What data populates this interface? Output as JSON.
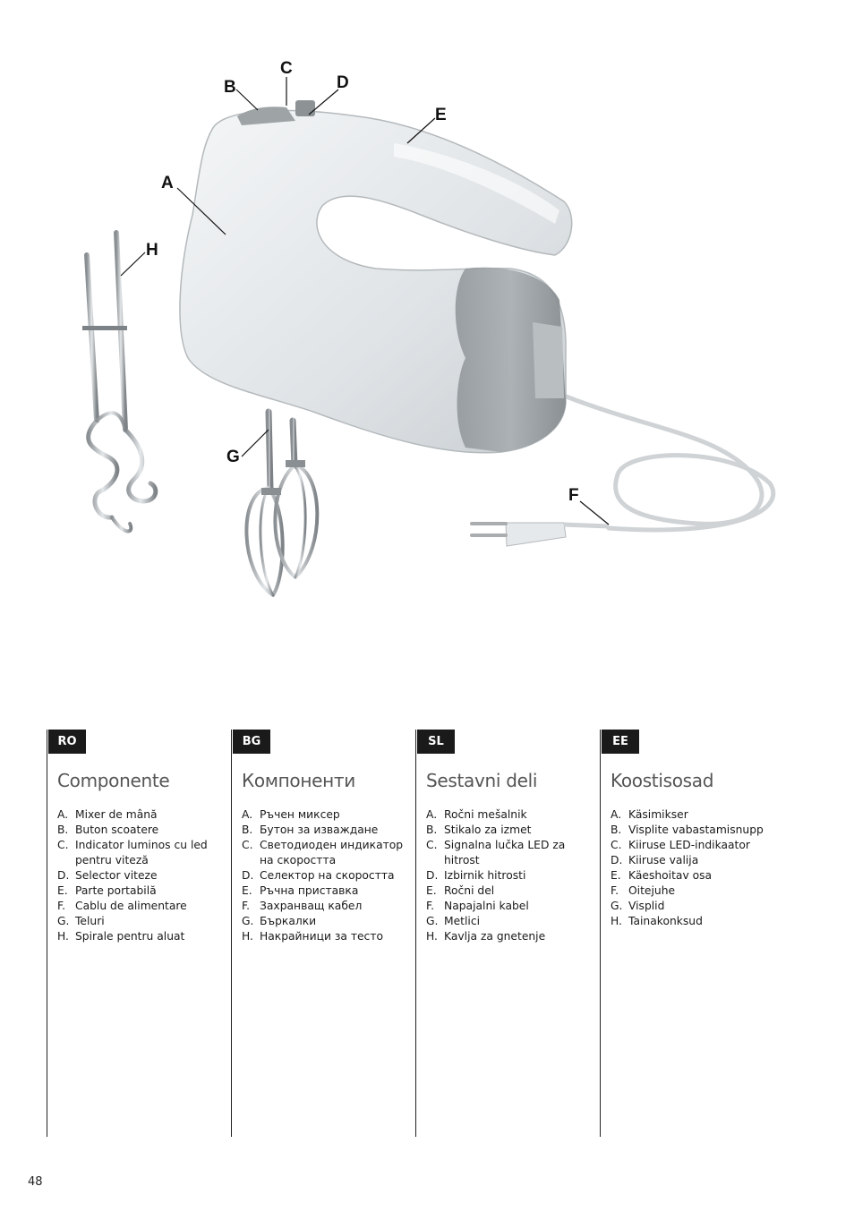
{
  "illustration": {
    "callouts": {
      "A": "A",
      "B": "B",
      "C": "C",
      "D": "D",
      "E": "E",
      "F": "F",
      "G": "G",
      "H": "H"
    }
  },
  "sections": [
    {
      "code": "RO",
      "heading": "Componente",
      "items": [
        {
          "letter": "A.",
          "text": "Mixer de mână"
        },
        {
          "letter": "B.",
          "text": "Buton scoatere"
        },
        {
          "letter": "C.",
          "text": "Indicator luminos cu led pentru viteză"
        },
        {
          "letter": "D.",
          "text": "Selector viteze"
        },
        {
          "letter": "E.",
          "text": "Parte portabilă"
        },
        {
          "letter": "F.",
          "text": "Cablu de alimentare"
        },
        {
          "letter": "G.",
          "text": "Teluri"
        },
        {
          "letter": "H.",
          "text": "Spirale pentru aluat"
        }
      ]
    },
    {
      "code": "BG",
      "heading": "Компоненти",
      "items": [
        {
          "letter": "A.",
          "text": "Ръчен миксер"
        },
        {
          "letter": "B.",
          "text": "Бутон за изваждане"
        },
        {
          "letter": "C.",
          "text": "Светодиоден индикатор на скоростта"
        },
        {
          "letter": "D.",
          "text": "Селектор на скоростта"
        },
        {
          "letter": "E.",
          "text": "Ръчна приставка"
        },
        {
          "letter": "F.",
          "text": "Захранващ кабел"
        },
        {
          "letter": "G.",
          "text": "Бъркалки"
        },
        {
          "letter": "H.",
          "text": "Накрайници за тесто"
        }
      ]
    },
    {
      "code": "SL",
      "heading": "Sestavni deli",
      "items": [
        {
          "letter": "A.",
          "text": "Ročni mešalnik"
        },
        {
          "letter": "B.",
          "text": "Stikalo za izmet"
        },
        {
          "letter": "C.",
          "text": "Signalna lučka LED za hitrost"
        },
        {
          "letter": "D.",
          "text": "Izbirnik hitrosti"
        },
        {
          "letter": "E.",
          "text": "Ročni del"
        },
        {
          "letter": "F.",
          "text": "Napajalni kabel"
        },
        {
          "letter": "G.",
          "text": "Metlici"
        },
        {
          "letter": "H.",
          "text": "Kavlja za gnetenje"
        }
      ]
    },
    {
      "code": "EE",
      "heading": "Koostisosad",
      "items": [
        {
          "letter": "A.",
          "text": "Käsimikser"
        },
        {
          "letter": "B.",
          "text": "Visplite vabastamisnupp"
        },
        {
          "letter": "C.",
          "text": "Kiiruse LED-indikaator"
        },
        {
          "letter": "D.",
          "text": "Kiiruse valija"
        },
        {
          "letter": "E.",
          "text": "Käeshoitav osa"
        },
        {
          "letter": "F.",
          "text": "Oitejuhe"
        },
        {
          "letter": "G.",
          "text": "Visplid"
        },
        {
          "letter": "H.",
          "text": "Tainakonksud"
        }
      ]
    }
  ],
  "page_number": "48"
}
